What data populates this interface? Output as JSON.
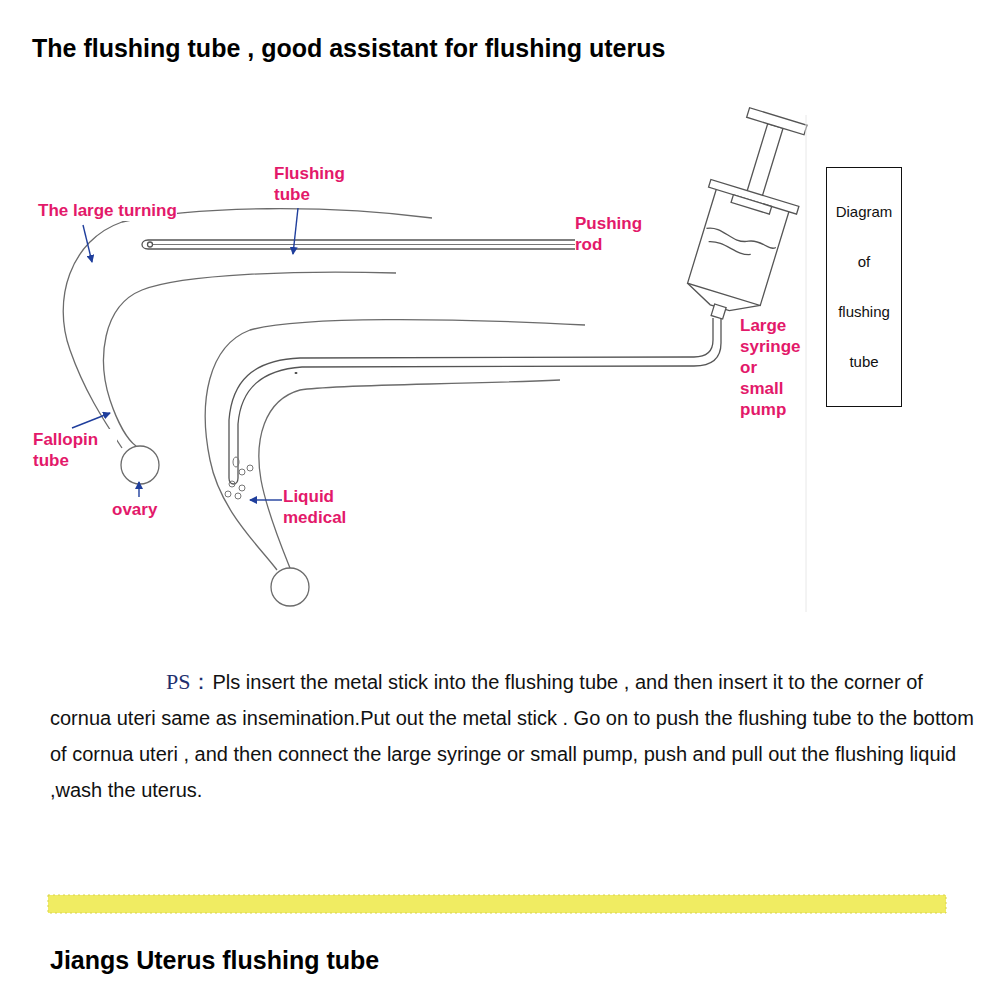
{
  "diagram": {
    "title": "The flushing tube , good assistant for flushing uterus",
    "caption": "Jiangs Uterus flushing tube",
    "nodes": [
      {
        "text": [
          "Diagram of flushing tube"
        ]
      }
    ],
    "labels": [
      "The large turning",
      "Flushing tube",
      "Pushing rod",
      "Large syringe or small pump",
      "Fallopin tube",
      "ovary",
      "Liquid medical",
      "PS：",
      "Pls insert the metal stick into the flushing tube , and then insert it to the corner of cornua uteri same as insemination.Put out the metal stick . Go on to push the flushing tube to the bottom of cornua uteri , and then connect the large syringe or small pump, push and pull out the flushing liquid ,wash the uterus."
    ]
  }
}
